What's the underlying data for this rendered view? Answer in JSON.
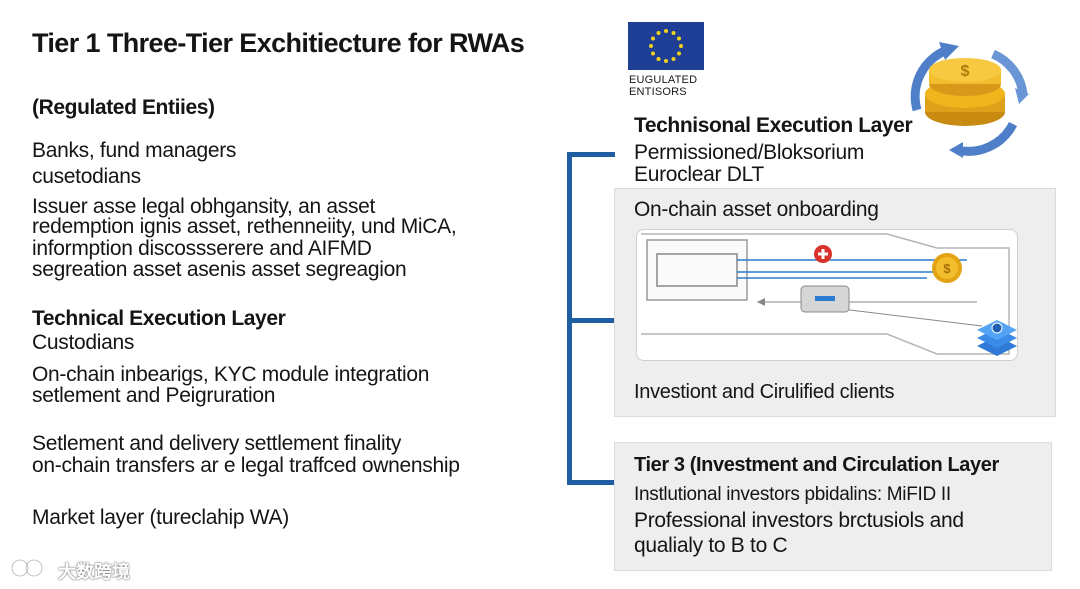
{
  "left": {
    "title": "Tier 1 Three-Tier Exchitiecture for RWAs",
    "tier1_heading": "(Regulated Entiies)",
    "tier1_entities": [
      "Banks, fund managers",
      "cusetodians"
    ],
    "tier1_duties": [
      "Issuer asse legal obhgansity, an asset",
      "redemption ignis asset, rethenneiity, und MiCA,",
      "informption discossserere and AIFMD",
      "segreation asset asenis asset segreagion"
    ],
    "tier2_heading": "Technical Execution Layer",
    "tier2_entity": "Custodians",
    "tier2_duties": [
      "On-chain inbearigs, KYC module integration",
      "setlement and Peigruration"
    ],
    "settlement_lines": [
      "Setlement and delivery settlement finality",
      "on-chain transfers ar e legal traffced ownenship"
    ],
    "market_layer": "Market layer (tureclahip WA)"
  },
  "eu_badge": {
    "lines": [
      "EUGULATED",
      "ENTISORS"
    ],
    "flag_color": "#1f3f96",
    "star_color": "#f2d21e"
  },
  "right": {
    "tier2_heading": "Technisonal Execution Layer",
    "tier2_lines": [
      "Permissioned/Bloksorium",
      "Euroclear DLT"
    ],
    "onboarding_label": "On-chain asset onboarding",
    "clients_label": "Investiont and Cirulified clients",
    "tier3_heading": "Tier 3 (Investment and Circulation Layer",
    "tier3_lines": [
      "Instlutional investors pbidalins: MiFID II",
      "Professional investors brctusiols and",
      "qualialy to B to C"
    ]
  },
  "colors": {
    "bracket": "#1f5ea3",
    "box_bg": "#eeeeee",
    "coin": "#f0b41c",
    "red": "#d9312b",
    "flow_blue": "#2a7bd1"
  },
  "icons": [
    "eu-flag-icon",
    "coin-cycle-icon",
    "red-plus-icon",
    "coin-icon",
    "layers-stack-icon",
    "watermark-logo-icon"
  ],
  "watermark": "大数跨境"
}
